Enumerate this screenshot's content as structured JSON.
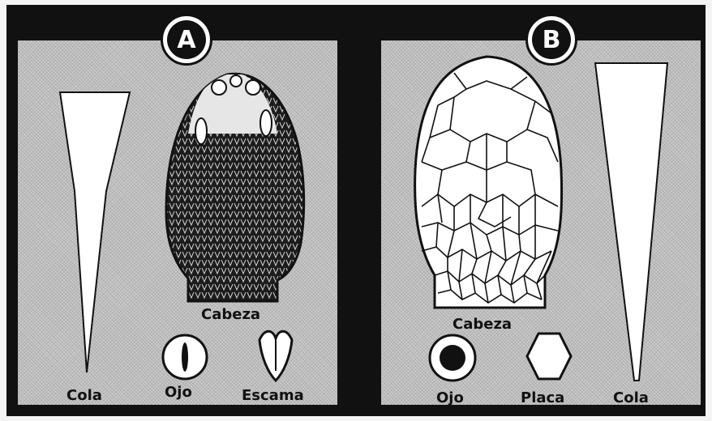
{
  "panels": {
    "a": {
      "badge": "A",
      "labels": {
        "cola": "Cola",
        "cabeza": "Cabeza",
        "ojo": "Ojo",
        "escama": "Escama"
      }
    },
    "b": {
      "badge": "B",
      "labels": {
        "cabeza": "Cabeza",
        "ojo": "Ojo",
        "placa": "Placa",
        "cola": "Cola"
      }
    }
  }
}
